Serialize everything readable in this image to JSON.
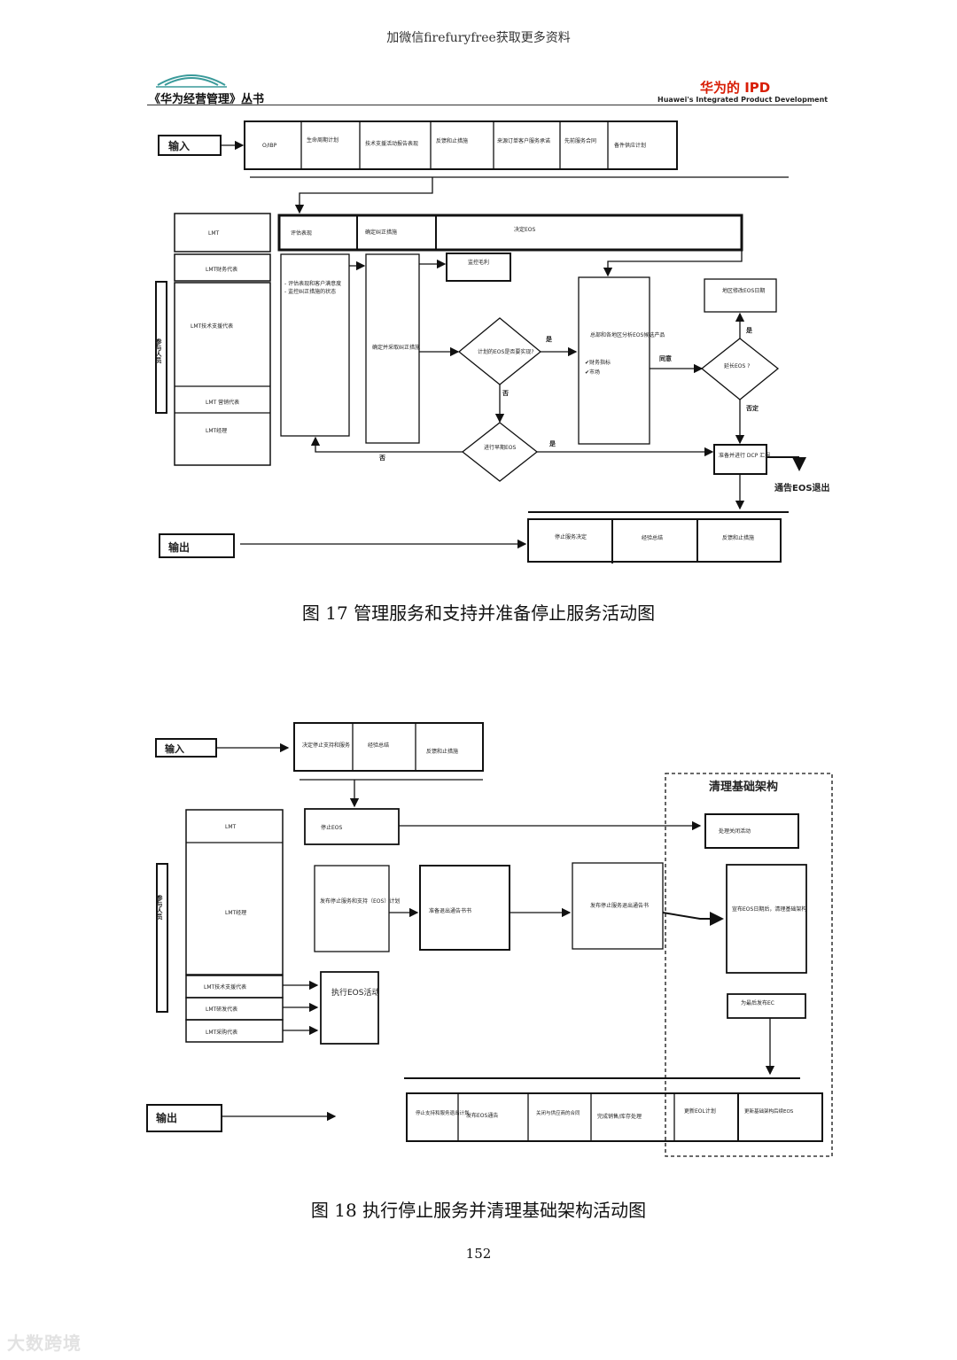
{
  "header": {
    "top_note": "加微信firefuryfree获取更多资料",
    "series": "《华为经营管理》丛书",
    "brand_cn": "华为的 IPD",
    "brand_en": "Huawei's Integrated Product Development"
  },
  "fig17": {
    "caption": "图 17 管理服务和支持并准备停止服务活动图",
    "input_label": "输入",
    "output_label": "输出",
    "participants_label": "参与人员",
    "inputs": [
      "O/IBP",
      "生命周期计划",
      "技术支援活动报告表现",
      "反馈和止措施",
      "来源订单客户服务承诺",
      "先前服务合同",
      "备件供应计划"
    ],
    "phase_bar": [
      "评估表现",
      "确定纠正措施",
      "决定EOS"
    ],
    "roles": [
      "LMT",
      "LMT财务代表",
      "LMT技术支援代表",
      "LMT 营销代表",
      "LMT经理"
    ],
    "activities": {
      "evaluate": "- 评估表现和客户满意度\n- 监控纠正措施的状态",
      "determine": "确定并采取纠正措施",
      "monitor_profit": "监控毛利",
      "plan_eos_q": "计划的EOS是否要实现?",
      "analyze": "总部和各地区分析EOS候选产品",
      "check_financial": "✔财务指标",
      "check_market": "✔市场",
      "region_change": "地区修改EOS日期",
      "extend_q": "延长EOS ?",
      "early_eos_q": "进行早期EOS",
      "prepare_dcp": "准备并进行 DCP 汇报",
      "notify_exit": "通告EOS退出"
    },
    "decision_labels": {
      "yes": "是",
      "no": "否",
      "agree": "同意",
      "disagree": "否定"
    },
    "outputs": [
      "停止服务决定",
      "经验总结",
      "反馈和止措施"
    ]
  },
  "fig18": {
    "caption": "图 18 执行停止服务并清理基础架构活动图",
    "input_label": "输入",
    "output_label": "输出",
    "participants_label": "参与人员",
    "inputs": [
      "决定停止支持和服务",
      "经验总结",
      "反馈和止措施"
    ],
    "region_title": "清理基础架构",
    "roles": [
      "LMT",
      "LMT经理",
      "LMT技术支援代表",
      "LMT研发代表",
      "LMT采购代表"
    ],
    "activities": {
      "stop_eos": "停止EOS",
      "close_activities": "处理关闭活动",
      "publish_plan": "发布停止服务和支持（EOS）计划",
      "prepare_notice": "准备退出通告书书",
      "publish_notice": "发布停止服务退出通告书",
      "announce_cleanup": "宣布EOS日期后，清理基础架构",
      "execute_eos": "执行EOS活动",
      "ready_eos": "为最后发布EC"
    },
    "outputs": [
      "停止支持和服务退出计划",
      "发布EOS通告",
      "关闭与供应商的合同",
      "完成销售/库存处理",
      "更新EOL计划",
      "更新基础架构后续EOS"
    ]
  },
  "footer": {
    "page_number": "152",
    "watermark": "大数跨境"
  }
}
